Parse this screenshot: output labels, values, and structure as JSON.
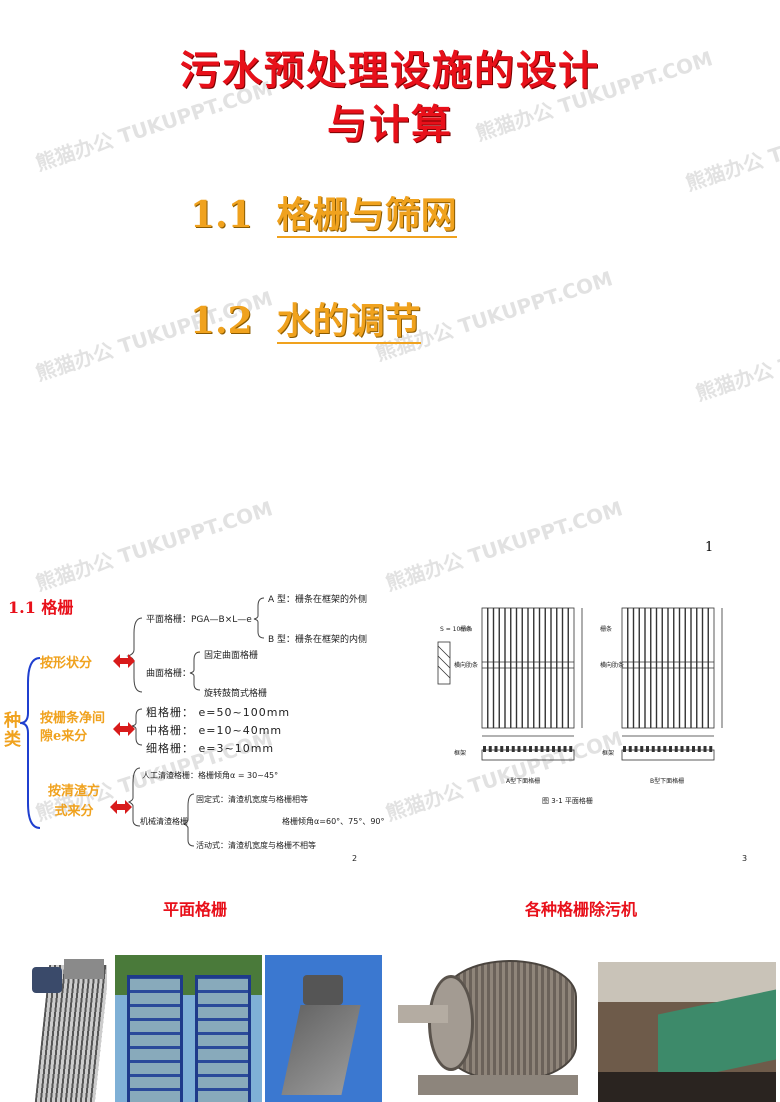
{
  "slide1": {
    "title_line1": "污水预处理设施的设计",
    "title_line2": "与计算",
    "sections": [
      {
        "num": "1.1",
        "text": "格栅与筛网"
      },
      {
        "num": "1.2",
        "text": "水的调节"
      }
    ],
    "page_number": "1"
  },
  "watermark": "熊猫办公 TUKUPPT.COM",
  "slide2": {
    "heading": "1.1  格栅",
    "side_label": "种类",
    "cat1": "按形状分",
    "cat2": "按栅条净间隙e来分",
    "cat3": "按清渣方式来分",
    "flat": "平面格栅：PGA—B×L—e",
    "typeA": "A 型：栅条在框架的外侧",
    "typeB": "B 型：栅条在框架的内侧",
    "curved": "曲面格栅：",
    "fixedCurved": "固定曲面格栅",
    "drum": "旋转鼓筒式格栅",
    "coarse": "粗格栅：  e=50~100mm",
    "medium": "中格栅：  e=10~40mm",
    "fine": "细格栅：  e=3~10mm",
    "manual": "人工清渣格栅：格栅倾角α = 30~45°",
    "mech": "机械清渣格栅",
    "fixedType": "固定式：清渣机宽度与格栅相等",
    "angle": "格栅倾角α=60°、75°、90°",
    "movable": "活动式：清渣机宽度与格栅不相等",
    "page_number": "2"
  },
  "slide3": {
    "labelA1": "栅条",
    "labelA2": "横向肋条",
    "labelA3": "框架",
    "labelB1": "栅条",
    "labelB2": "横向肋条",
    "labelB3": "框架",
    "dimS": "S = 10mm",
    "capA": "A型下面格栅",
    "capB": "B型下面格栅",
    "fig": "图 3-1    平面格栅",
    "page_number": "3"
  },
  "captions": {
    "left": "平面格栅",
    "right": "各种格栅除污机"
  }
}
